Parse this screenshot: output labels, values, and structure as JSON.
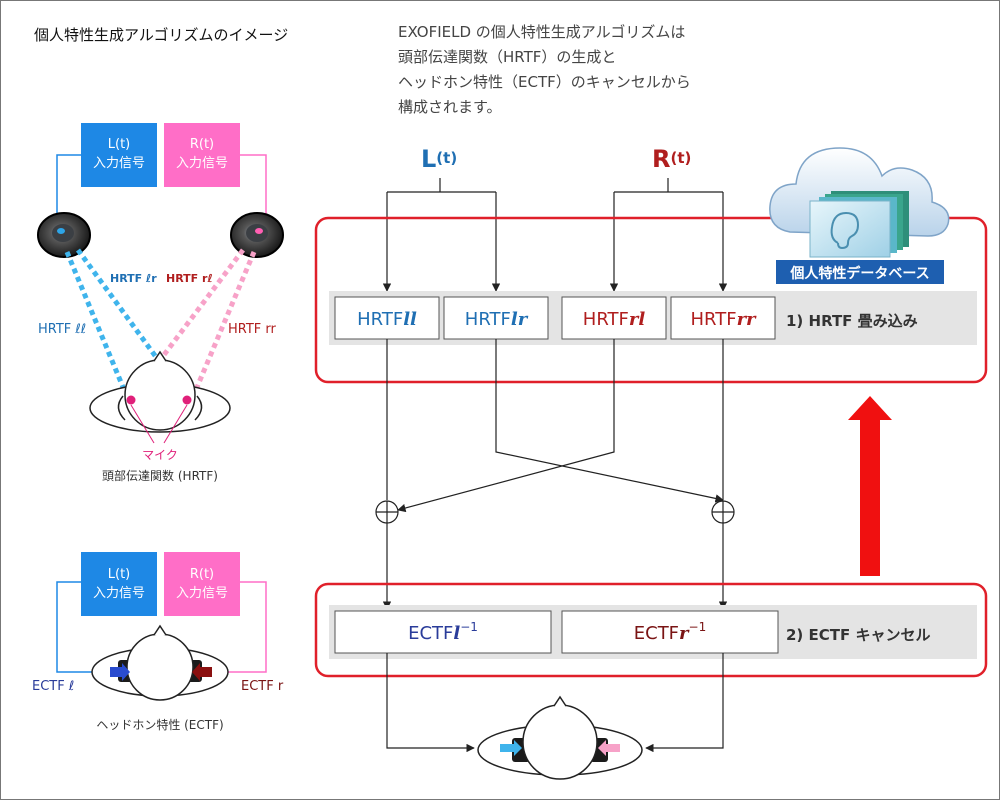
{
  "title": "個人特性生成アルゴリズムのイメージ",
  "description": [
    "EXOFIELD の個人特性生成アルゴリズムは",
    "頭部伝達関数（HRTF）の生成と",
    "ヘッドホン特性（ECTF）のキャンセルから",
    "構成されます。"
  ],
  "left_top": {
    "input_l": [
      "L(t)",
      "入力信号"
    ],
    "input_r": [
      "R(t)",
      "入力信号"
    ],
    "hrtf_ll": "HRTF ℓℓ",
    "hrtf_lr": "HRTF ℓr",
    "hrtf_rl": "HRTF rℓ",
    "hrtf_rr": "HRTF rr",
    "mic_label": "マイク",
    "caption": "頭部伝達関数 (HRTF)"
  },
  "left_bottom": {
    "input_l": [
      "L(t)",
      "入力信号"
    ],
    "input_r": [
      "R(t)",
      "入力信号"
    ],
    "ectf_l": "ECTF ℓ",
    "ectf_r": "ECTF r",
    "caption": "ヘッドホン特性 (ECTF)"
  },
  "right": {
    "signal_l": {
      "main": "L",
      "sub": "(t)"
    },
    "signal_r": {
      "main": "R",
      "sub": "(t)"
    },
    "database_label": "個人特性データベース",
    "hrtf_boxes": [
      {
        "prefix": "HRTF",
        "sym": "ll",
        "color": "#1f6fb3"
      },
      {
        "prefix": "HRTF",
        "sym": "lr",
        "color": "#1f6fb3"
      },
      {
        "prefix": "HRTF",
        "sym": "rl",
        "color": "#b01e1e"
      },
      {
        "prefix": "HRTF",
        "sym": "rr",
        "color": "#b01e1e"
      }
    ],
    "step1": "1) HRTF 畳み込み",
    "ectf_boxes": [
      {
        "prefix": "ECTF",
        "sym": "l",
        "sup": "−1",
        "color": "#2a3c9a"
      },
      {
        "prefix": "ECTF",
        "sym": "r",
        "sup": "−1",
        "color": "#7a1414"
      }
    ],
    "step2": "2) ECTF キャンセル"
  },
  "colors": {
    "blue": "#1e88e5",
    "pink": "#ff6ec7",
    "red_frame": "#e0202a",
    "arrow_red": "#f01010",
    "gray_band": "#e4e4e4"
  }
}
